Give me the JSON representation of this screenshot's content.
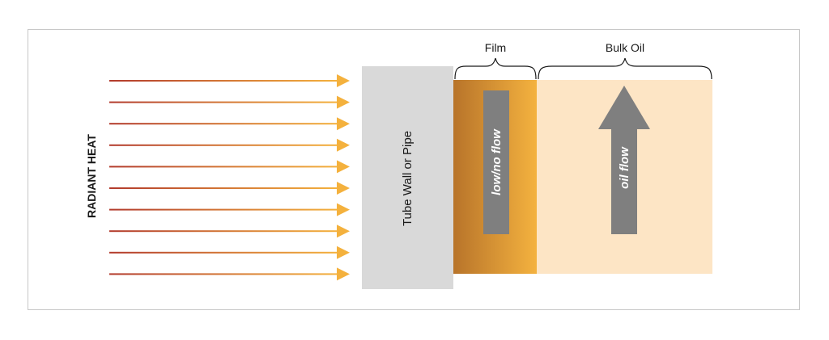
{
  "diagram": {
    "radiant_label": "RADIANT HEAT",
    "wall_label": "Tube Wall or Pipe",
    "film_label": "Film",
    "bulk_label": "Bulk Oil",
    "film_flow_label": "low/no flow",
    "bulk_flow_label": "oil flow",
    "heat_arrow_count": 10,
    "colors": {
      "frame_border": "#c8c8c8",
      "heat_line_start": "#b23a2c",
      "heat_line_end": "#f4b13d",
      "arrowhead": "#f4b13d",
      "wall": "#d9d9d9",
      "film_dark": "#b8742a",
      "film_light": "#f4b23f",
      "bulk": "#fde5c5",
      "flow_arrow": "#7f7f7f",
      "text": "#1a1a1a",
      "flow_text": "#ffffff"
    }
  }
}
